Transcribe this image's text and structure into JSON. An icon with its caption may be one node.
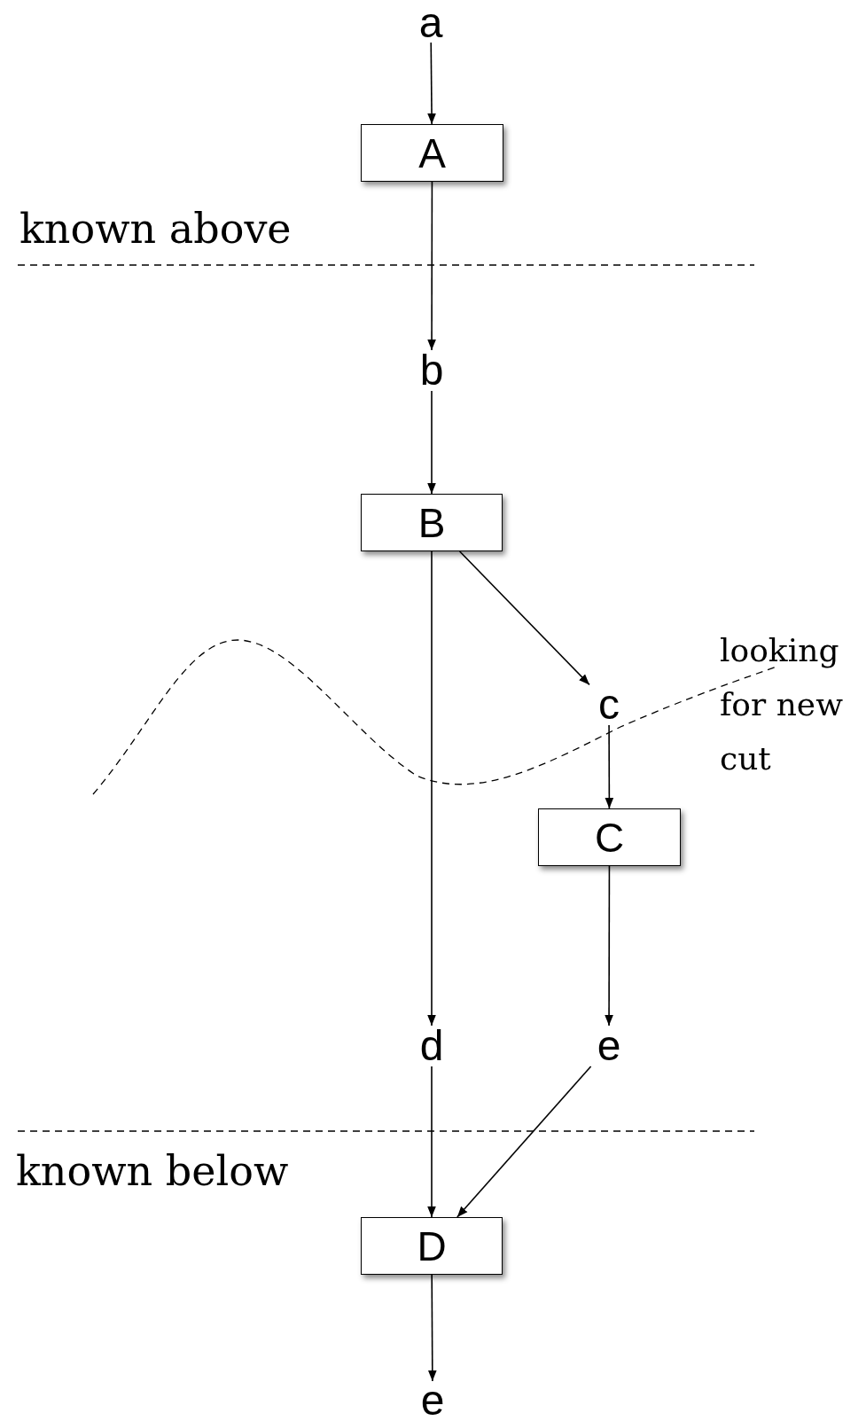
{
  "diagram": {
    "nodes": [
      {
        "text": [
          "a"
        ]
      },
      {
        "text": [
          "A"
        ]
      },
      {
        "text": [
          "b"
        ]
      },
      {
        "text": [
          "B"
        ]
      },
      {
        "text": [
          "c"
        ]
      },
      {
        "text": [
          "C"
        ]
      },
      {
        "text": [
          "d"
        ]
      },
      {
        "text": [
          "e"
        ]
      },
      {
        "text": [
          "D"
        ]
      },
      {
        "text": [
          "e"
        ]
      }
    ],
    "edges": [
      {
        "from": 0,
        "to": 1,
        "arrow": "to"
      },
      {
        "from": 1,
        "to": 2,
        "arrow": "to"
      },
      {
        "from": 2,
        "to": 3,
        "arrow": "to"
      },
      {
        "from": 3,
        "to": 6,
        "arrow": "to"
      },
      {
        "from": 3,
        "to": 4,
        "arrow": "to"
      },
      {
        "from": 4,
        "to": 5,
        "arrow": "to"
      },
      {
        "from": 5,
        "to": 7,
        "arrow": "to"
      },
      {
        "from": 6,
        "to": 8,
        "arrow": "to"
      },
      {
        "from": 7,
        "to": 8,
        "arrow": "to"
      },
      {
        "from": 8,
        "to": 9,
        "arrow": "to"
      }
    ],
    "labels": [
      "known above",
      "looking for new cut",
      "known below"
    ]
  }
}
